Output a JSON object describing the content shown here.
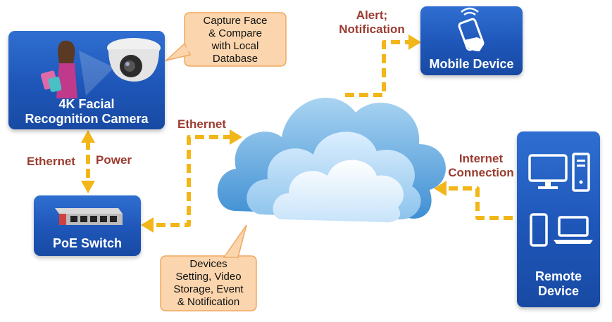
{
  "camera": {
    "label_line1": "4K Facial",
    "label_line2": "Recognition Camera"
  },
  "poe_switch": {
    "label": "PoE Switch"
  },
  "mobile": {
    "label": "Mobile Device"
  },
  "remote": {
    "label_line1": "Remote",
    "label_line2": "Device"
  },
  "callout_capture": {
    "lines": [
      "Capture Face",
      "& Compare",
      "with Local",
      "Database"
    ]
  },
  "callout_devices": {
    "lines": [
      "Devices",
      "Setting, Video",
      "Storage, Event",
      "& Notification"
    ]
  },
  "labels": {
    "ethernet_left": "Ethernet",
    "power": "Power",
    "ethernet_top": "Ethernet",
    "alert_line1": "Alert;",
    "alert_line2": "Notification",
    "internet_line1": "Internet",
    "internet_line2": "Connection"
  },
  "colors": {
    "box_blue": "#1e56b8",
    "arrow_yellow": "#f3b619",
    "callout_fill": "#fbd5ad",
    "callout_border": "#f0a860",
    "label_red": "#9b3b30"
  }
}
